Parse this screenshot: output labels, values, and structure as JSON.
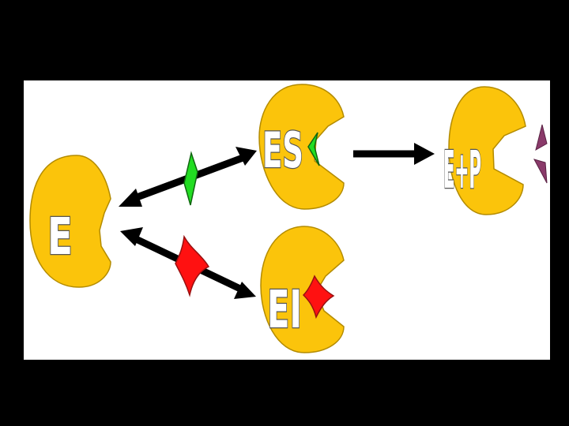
{
  "enzymes": {
    "free": {
      "label": "E"
    },
    "substrate_complex": {
      "label": "ES"
    },
    "product_complex": {
      "label": "E+P"
    },
    "inhibitor_complex": {
      "label": "EI"
    }
  },
  "colors": {
    "background": "#000000",
    "panel": "#ffffff",
    "enzyme": "#fbc40b",
    "substrate": "#22dd22",
    "inhibitor": "#ff1111",
    "product": "#8a3a6a",
    "arrow": "#000000"
  }
}
